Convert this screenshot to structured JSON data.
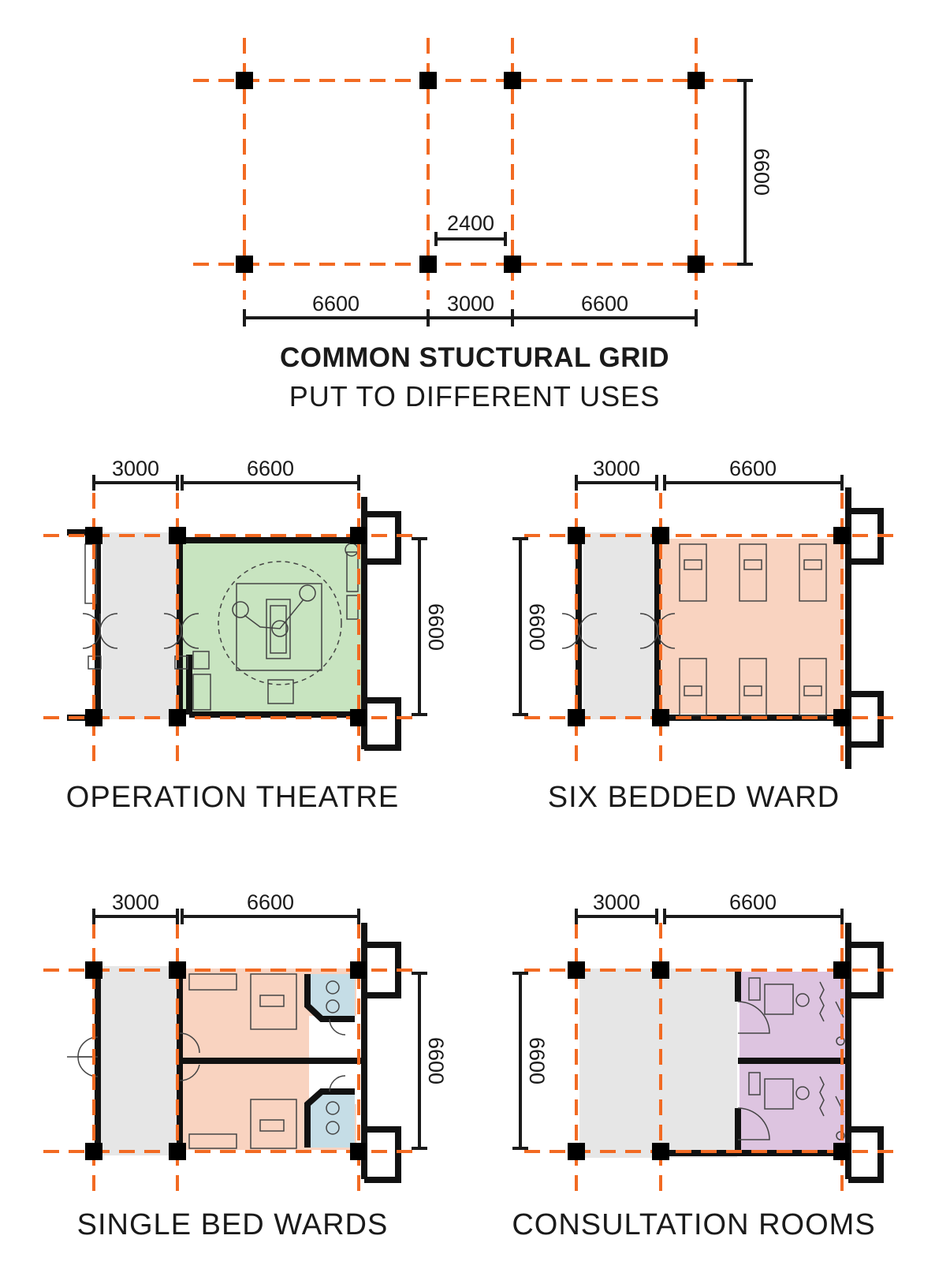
{
  "title": {
    "main": "COMMON STUCTURAL GRID",
    "sub": "PUT TO DIFFERENT USES"
  },
  "grid_dims": {
    "bay_left": "6600",
    "bay_mid": "3000",
    "bay_right": "6600",
    "inner": "2400",
    "depth": "6600"
  },
  "plans": [
    {
      "caption": "OPERATION THEATRE",
      "dim_a": "3000",
      "dim_b": "6600",
      "depth": "6600"
    },
    {
      "caption": "SIX BEDDED WARD",
      "dim_a": "3000",
      "dim_b": "6600",
      "depth": "6600"
    },
    {
      "caption": "SINGLE BED WARDS",
      "dim_a": "3000",
      "dim_b": "6600",
      "depth": "6600"
    },
    {
      "caption": "CONSULTATION ROOMS",
      "dim_a": "3000",
      "dim_b": "6600",
      "depth": "6600"
    }
  ],
  "colors": {
    "grid": "#F26A22",
    "corridor": "#E6E6E6",
    "theatre": "#C8E4C0",
    "ward": "#F9D3C0",
    "toilet": "#C5DDE6",
    "consult": "#DDC4E0"
  }
}
